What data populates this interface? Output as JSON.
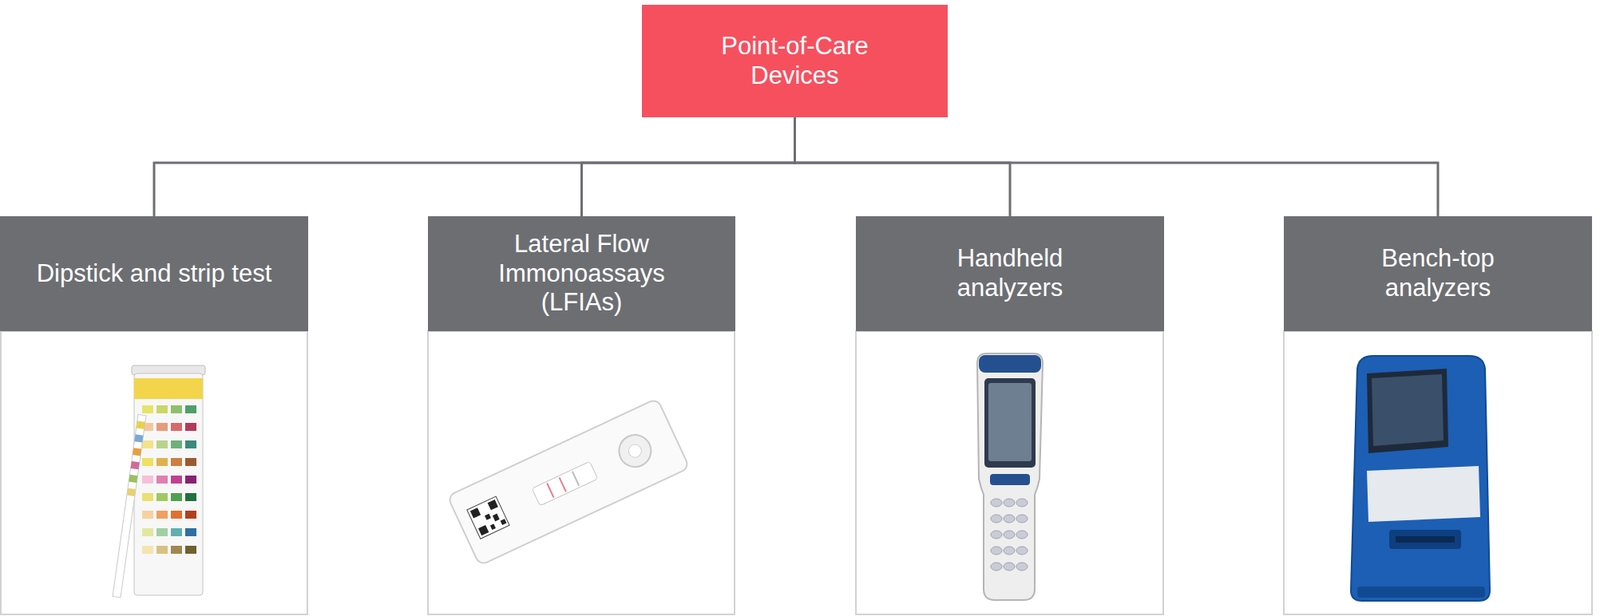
{
  "diagram": {
    "nodes": [
      {
        "text": [
          "Point-of-Care Devices"
        ]
      },
      {
        "text": [
          "Dipstick and strip test"
        ]
      },
      {
        "text": [
          "Lateral Flow Immonoassays (LFIAs)"
        ]
      },
      {
        "text": [
          "Handheld analyzers"
        ]
      },
      {
        "text": [
          "Bench-top analyzers"
        ]
      }
    ],
    "edges": [
      {
        "from": 0,
        "to": 1,
        "arrow": "none"
      },
      {
        "from": 0,
        "to": 2,
        "arrow": "none"
      },
      {
        "from": 0,
        "to": 3,
        "arrow": "none"
      },
      {
        "from": 0,
        "to": 4,
        "arrow": "none"
      }
    ]
  }
}
